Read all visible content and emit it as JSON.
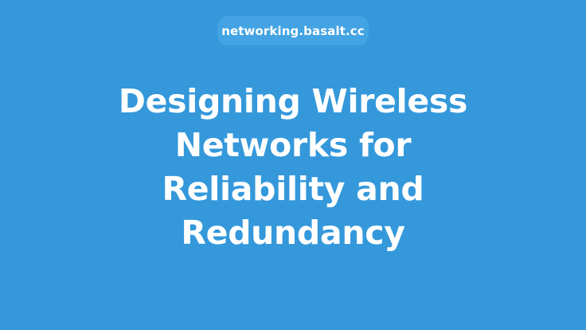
{
  "page": {
    "background_color": "#3498db",
    "site_badge": {
      "label": "networking.basalt.cc",
      "background_color": "#43a3e3"
    },
    "title": {
      "full": "Designing Wireless Networks for Reliability and Redundancy",
      "lines": [
        "Designing Wireless",
        "Networks for",
        "Reliability and",
        "Redundancy"
      ],
      "color": "#ffffff"
    }
  }
}
